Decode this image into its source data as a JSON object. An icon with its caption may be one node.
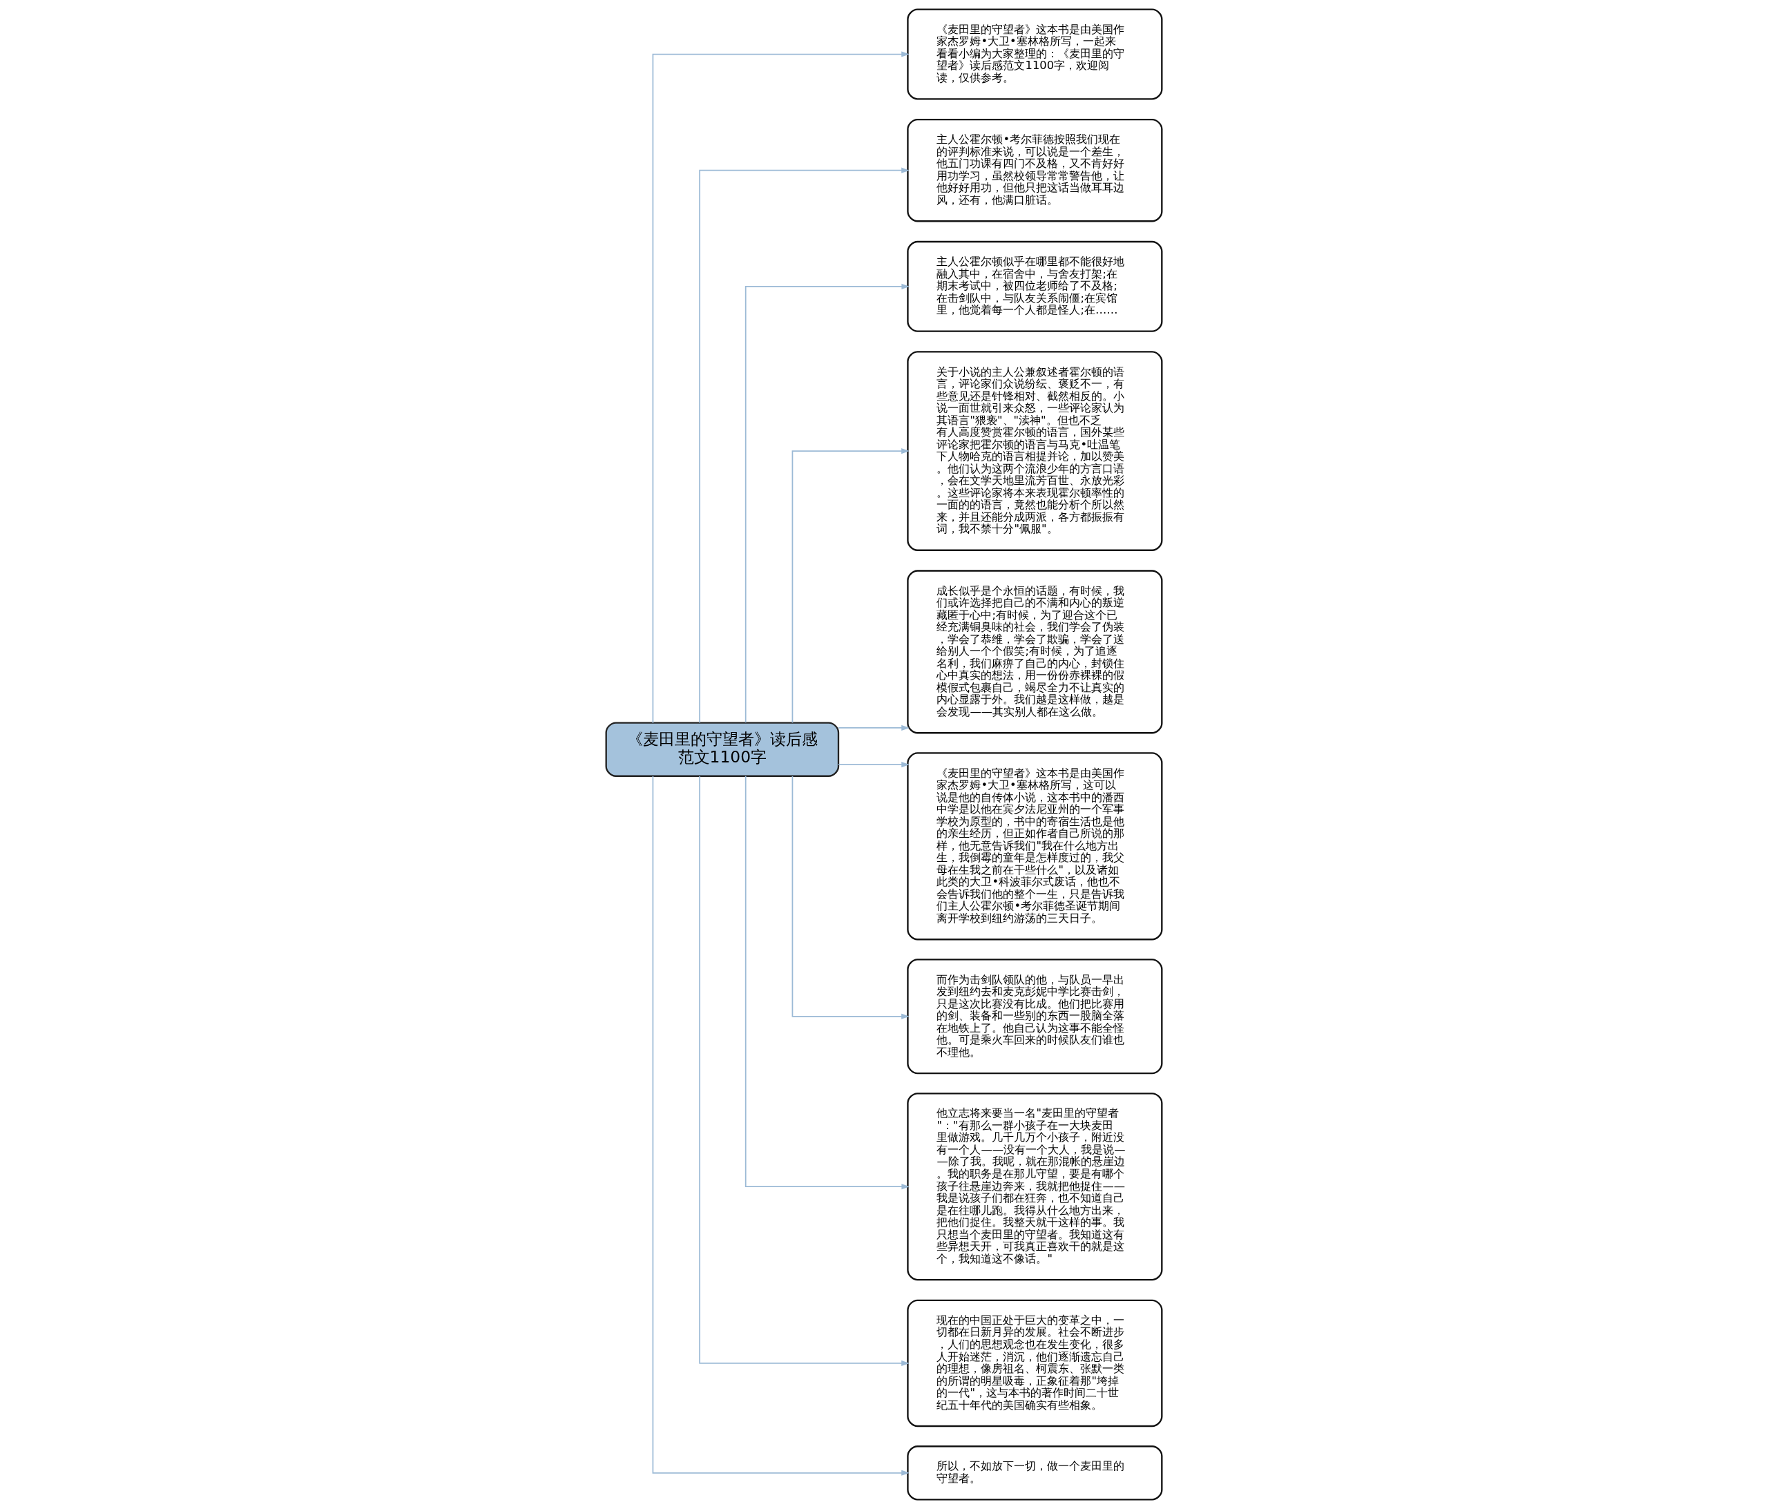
{
  "diagram": {
    "nodes": [
      {
        "text": [
          "《麦田里的守望者》读后感范文1100字"
        ]
      },
      {
        "text": [
          "《麦田里的守望者》这本书是由美国作家杰罗姆•大卫•塞林格所写，一起来看看小编为大家整理的：《麦田里的守望者》读后感范文1100字，欢迎阅读，仅供参考。"
        ]
      },
      {
        "text": [
          "主人公霍尔顿•考尔菲德按照我们现在的评判标准来说，可以说是一个差生，他五门功课有四门不及格，又不肯好好用功学习，虽然校领导常常警告他，让他好好用功，但他只把这话当做耳耳边风，还有，他满口脏话。"
        ]
      },
      {
        "text": [
          "主人公霍尔顿似乎在哪里都不能很好地融入其中，在宿舍中，与舍友打架;在期末考试中，被四位老师给了不及格;在击剑队中，与队友关系闹僵;在宾馆里，他觉着每一个人都是怪人;在……"
        ]
      },
      {
        "text": [
          "关于小说的主人公兼叙述者霍尔顿的语言，评论家们众说纷纭、褒贬不一，有些意见还是针锋相对、截然相反的。小说一面世就引来众怒，一些评论家认为其语言\"猥亵\"、\"渎神\"。但也不乏有人高度赞赏霍尔顿的语言，国外某些评论家把霍尔顿的语言与马克•吐温笔下人物哈克的语言相提并论，加以赞美。他们认为这两个流浪少年的方言口语，会在文学天地里流芳百世、永放光彩。这些评论家将本来表现霍尔顿率性的一面的的语言，竟然也能分析个所以然来，并且还能分成两派，各方都振振有词，我不禁十分\"佩服\"。"
        ]
      },
      {
        "text": [
          "成长似乎是个永恒的话题，有时候，我们或许选择把自己的不满和内心的叛逆藏匿于心中;有时候，为了迎合这个已经充满铜臭味的社会，我们学会了伪装，学会了恭维，学会了欺骗，学会了送给别人一个个假笑;有时候，为了追逐名利，我们麻痹了自己的内心，封锁住心中真实的想法，用一份份赤裸裸的假模假式包裹自己，竭尽全力不让真实的内心显露于外。我们越是这样做，越是会发现——其实别人都在这么做。"
        ]
      },
      {
        "text": [
          "《麦田里的守望者》这本书是由美国作家杰罗姆•大卫•塞林格所写，这可以说是他的自传体小说，这本书中的潘西中学是以他在宾夕法尼亚州的一个军事学校为原型的，书中的寄宿生活也是他的亲生经历，但正如作者自己所说的那样，他无意告诉我们\"我在什么地方出生，我倒霉的童年是怎样度过的，我父母在生我之前在干些什么\"，以及诸如此类的大卫•科波菲尔式废话，他也不会告诉我们他的整个一生，只是告诉我们主人公霍尔顿•考尔菲德圣诞节期间离开学校到纽约游荡的三天日子。"
        ]
      },
      {
        "text": [
          "而作为击剑队领队的他，与队员一早出发到纽约去和麦克彭妮中学比赛击剑，只是这次比赛没有比成。他们把比赛用的剑、装备和一些别的东西一股脑全落在地铁上了。他自己认为这事不能全怪他。可是乘火车回来的时候队友们谁也不理他。"
        ]
      },
      {
        "text": [
          "他立志将来要当一名\"麦田里的守望者\"：\"有那么一群小孩子在一大块麦田里做游戏。几千几万个小孩子，附近没有一个人——没有一个大人，我是说——除了我。我呢，就在那混帐的悬崖边。我的职务是在那儿守望，要是有哪个孩子往悬崖边奔来，我就把他捉住——我是说孩子们都在狂奔，也不知道自己是在往哪儿跑。我得从什么地方出来，把他们捉住。我整天就干这样的事。我只想当个麦田里的守望者。我知道这有些异想天开，可我真正喜欢干的就是这个，我知道这不像话。\""
        ]
      },
      {
        "text": [
          "现在的中国正处于巨大的变革之中，一切都在日新月异的发展。社会不断进步，人们的思想观念也在发生变化，很多人开始迷茫，消沉，他们逐渐遗忘自己的理想，像房祖名、柯震东、张默一类的所谓的明星吸毒，正象征着那\"垮掉的一代\"，这与本书的著作时间二十世纪五十年代的美国确实有些相象。"
        ]
      },
      {
        "text": [
          "所以，不如放下一切，做一个麦田里的守望者。"
        ]
      }
    ],
    "edges": [
      {
        "from": 0,
        "to": 1,
        "arrow": "to"
      },
      {
        "from": 0,
        "to": 2,
        "arrow": "to"
      },
      {
        "from": 0,
        "to": 3,
        "arrow": "to"
      },
      {
        "from": 0,
        "to": 4,
        "arrow": "to"
      },
      {
        "from": 0,
        "to": 5,
        "arrow": "to"
      },
      {
        "from": 0,
        "to": 6,
        "arrow": "to"
      },
      {
        "from": 0,
        "to": 7,
        "arrow": "to"
      },
      {
        "from": 0,
        "to": 8,
        "arrow": "to"
      },
      {
        "from": 0,
        "to": 9,
        "arrow": "to"
      },
      {
        "from": 0,
        "to": 10,
        "arrow": "to"
      }
    ]
  }
}
